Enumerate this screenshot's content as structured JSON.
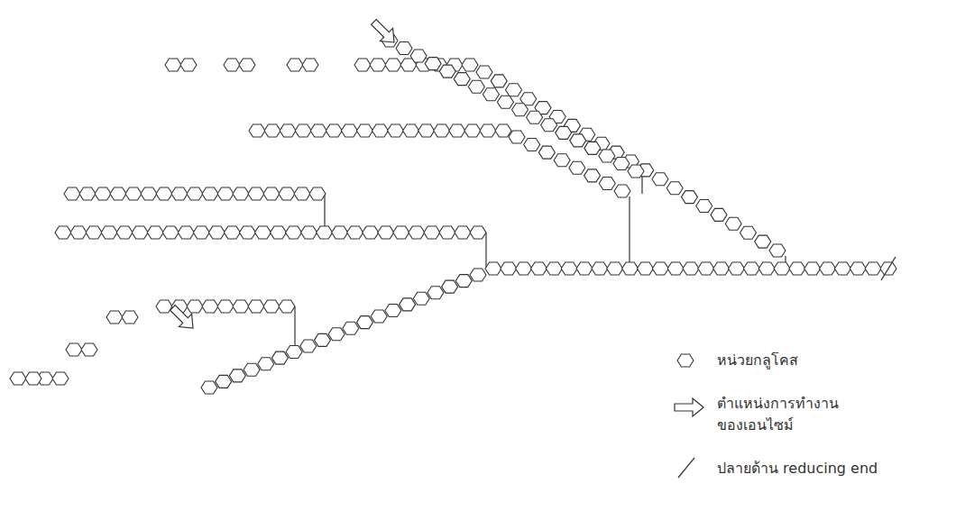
{
  "diagram": {
    "legend": [
      {
        "text": "หน่วยกลูโคส"
      },
      {
        "text": "ตำแหน่งการทำงาน ของเอนไซม์"
      },
      {
        "text": "ปลายด้าน reducing end"
      }
    ]
  }
}
